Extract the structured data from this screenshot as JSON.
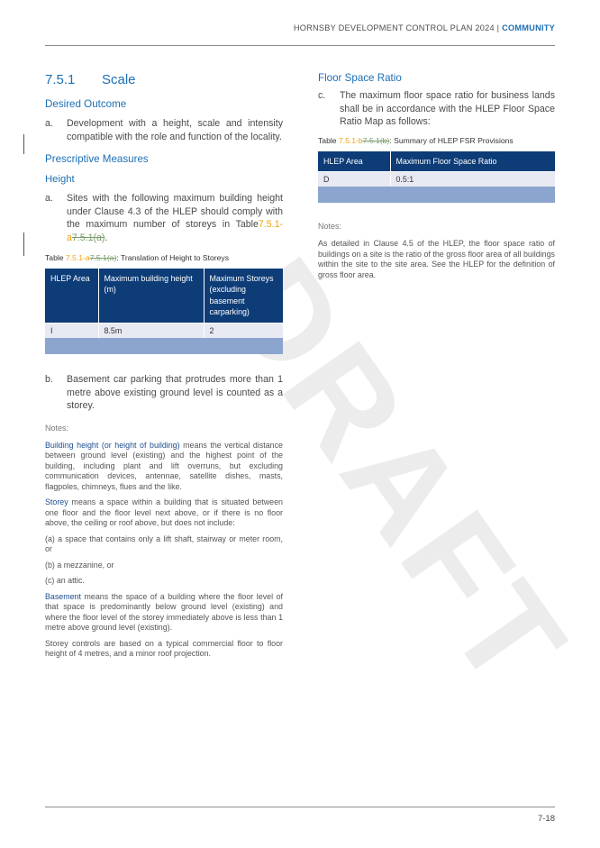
{
  "header": {
    "doc": "HORNSBY DEVELOPMENT CONTROL PLAN 2024",
    "sep": "|",
    "section": "COMMUNITY"
  },
  "left": {
    "section_number": "7.5.1",
    "section_title": "Scale",
    "desired_outcome_heading": "Desired Outcome",
    "desired_a_label": "a.",
    "desired_a_text": "Development with a height, scale and intensity compatible with the role and function of the locality.",
    "prescriptive_heading": "Prescriptive Measures",
    "height_heading": "Height",
    "height_a_label": "a.",
    "height_a_text": "Sites with the following maximum building height under Clause 4.3 of the HLEP should comply with the maximum number of storeys in Table",
    "height_a_ref_new": "7.5.1-a",
    "height_a_ref_old": "7.5.1(a)",
    "height_a_end": ".",
    "table_caption_prefix": "Table ",
    "table_ref_new": "7.5.1-a",
    "table_ref_old": "7.5.1(a)",
    "table_caption_suffix": ": Translation of Height to Storeys",
    "table_headers": [
      "HLEP Area",
      "Maximum building height (m)",
      "Maximum Storeys (excluding basement carparking)"
    ],
    "table_rows": [
      [
        "I",
        "8.5m",
        "2"
      ]
    ],
    "b_label": "b.",
    "b_text": "Basement car parking that protrudes more than 1 metre above existing ground level is counted as a storey.",
    "notes_label": "Notes:",
    "note1_term": "Building height (or height of building)",
    "note1_text": " means the vertical distance between ground level (existing) and the highest point of the building, including plant and lift overruns, but excluding communication devices, antennae, satellite dishes, masts, flagpoles, chimneys, flues and the like.",
    "note2_term": "Storey",
    "note2_text": " means a space within a building that is situated between one floor and the floor level next above, or if there is no floor above, the ceiling or roof above, but does not include:",
    "note2_a": "(a) a space that contains only a lift shaft, stairway or meter room, or",
    "note2_b": "(b) a mezzanine, or",
    "note2_c": "(c) an attic.",
    "note3_term": "Basement",
    "note3_text": " means the space of a building where the floor level of that space is predominantly below ground level (existing) and where the floor level of the storey immediately above is less than 1 metre above ground level (existing).",
    "note4": "Storey controls are based on a typical commercial floor to floor height of 4 metres, and a minor roof projection."
  },
  "right": {
    "heading": "Floor Space Ratio",
    "c_label": "c.",
    "c_text": "The maximum floor space ratio for business lands shall be in accordance with the HLEP Floor Space Ratio Map as follows:",
    "table_caption_prefix": "Table ",
    "table_ref_new": "7.5.1-b",
    "table_ref_old": "7.5.1(b)",
    "table_caption_suffix": ": Summary of HLEP FSR Provisions",
    "table_headers": [
      "HLEP Area",
      "Maximum Floor Space Ratio"
    ],
    "table_rows": [
      [
        "D",
        "0.5:1"
      ]
    ],
    "notes_label": "Notes:",
    "note": "As detailed in Clause 4.5 of the HLEP, the floor space ratio of buildings on a site is the ratio of the gross floor area of all buildings within the site to the site area. See the HLEP for the definition of gross floor area."
  },
  "watermark": "DRAFT",
  "page_number": "7-18"
}
